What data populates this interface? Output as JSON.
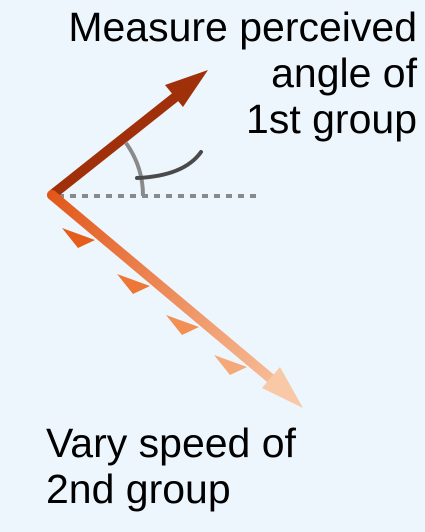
{
  "labels": {
    "top": [
      "Measure perceived",
      "angle of",
      "1st group"
    ],
    "bottom": [
      "Vary speed of",
      "2nd group"
    ]
  },
  "colors": {
    "background": "#eef6fd",
    "first_group_arrow": "#a0300a",
    "second_group_gradient": [
      "#e2581a",
      "#f9c8a6"
    ],
    "reference_line": "#8a8a8a",
    "angle_arc_outer": "#8a8a8a",
    "angle_arc_inner": "#4a4a4a"
  }
}
